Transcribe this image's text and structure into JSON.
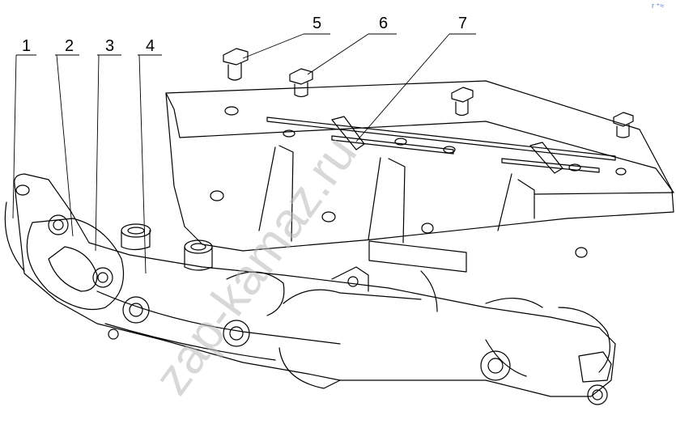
{
  "callouts": [
    {
      "id": "callout-1",
      "label": "1"
    },
    {
      "id": "callout-2",
      "label": "2"
    },
    {
      "id": "callout-3",
      "label": "3"
    },
    {
      "id": "callout-4",
      "label": "4"
    },
    {
      "id": "callout-5",
      "label": "5"
    },
    {
      "id": "callout-6",
      "label": "6"
    },
    {
      "id": "callout-7",
      "label": "7"
    }
  ],
  "watermark": "zap-kamaz.ru",
  "corner_mark": "r ⁺≈"
}
